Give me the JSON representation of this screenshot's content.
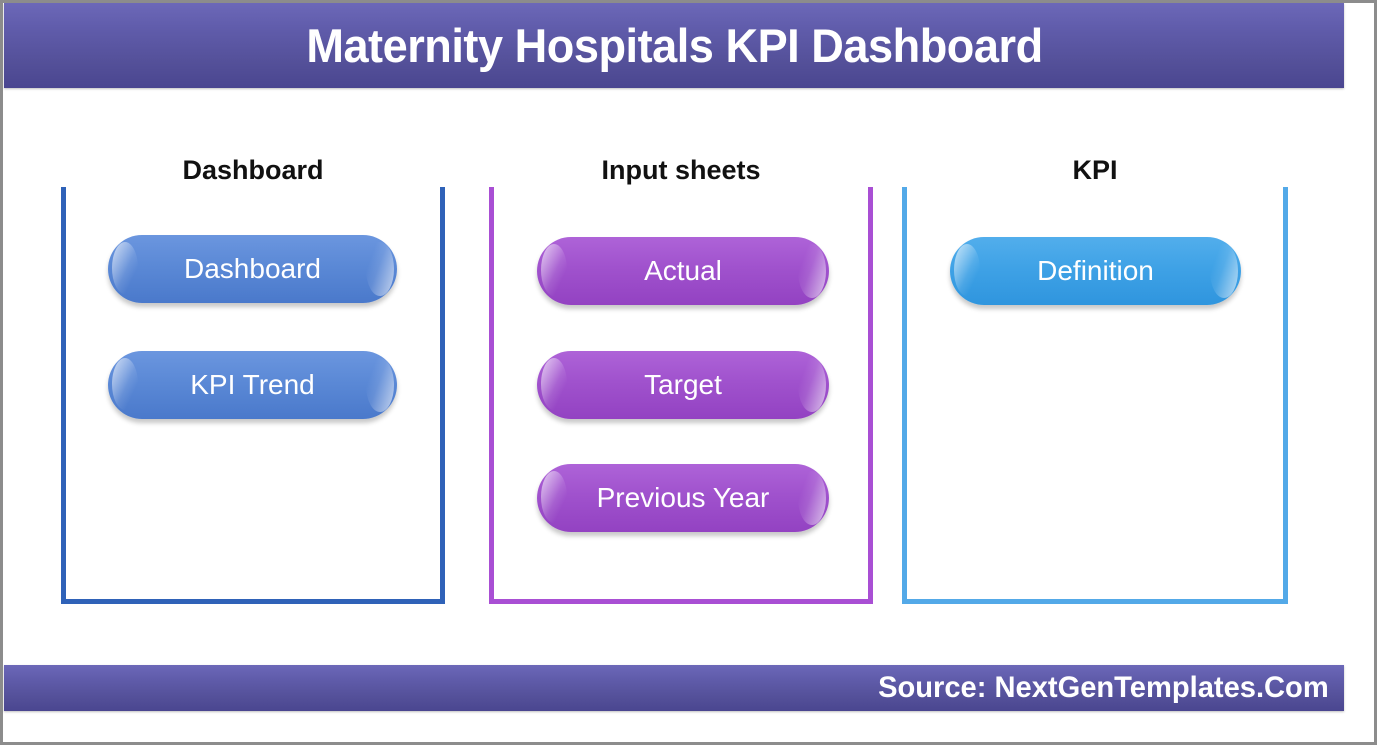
{
  "header": {
    "title": "Maternity Hospitals KPI Dashboard",
    "background_color": "#5a56a3"
  },
  "footer": {
    "source_text": "Source: NextGenTemplates.Com",
    "background_color": "#5a56a3"
  },
  "groups": [
    {
      "title": "Dashboard",
      "accent_color": "#2f62b8",
      "pill_color": "#5b89d6",
      "items": [
        {
          "label": "Dashboard"
        },
        {
          "label": "KPI Trend"
        }
      ]
    },
    {
      "title": "Input sheets",
      "accent_color": "#a94fd4",
      "pill_color": "#a052cd",
      "items": [
        {
          "label": "Actual"
        },
        {
          "label": "Target"
        },
        {
          "label": "Previous Year"
        }
      ]
    },
    {
      "title": "KPI",
      "accent_color": "#53a9e8",
      "pill_color": "#3fa2e6",
      "items": [
        {
          "label": "Definition"
        }
      ]
    }
  ]
}
